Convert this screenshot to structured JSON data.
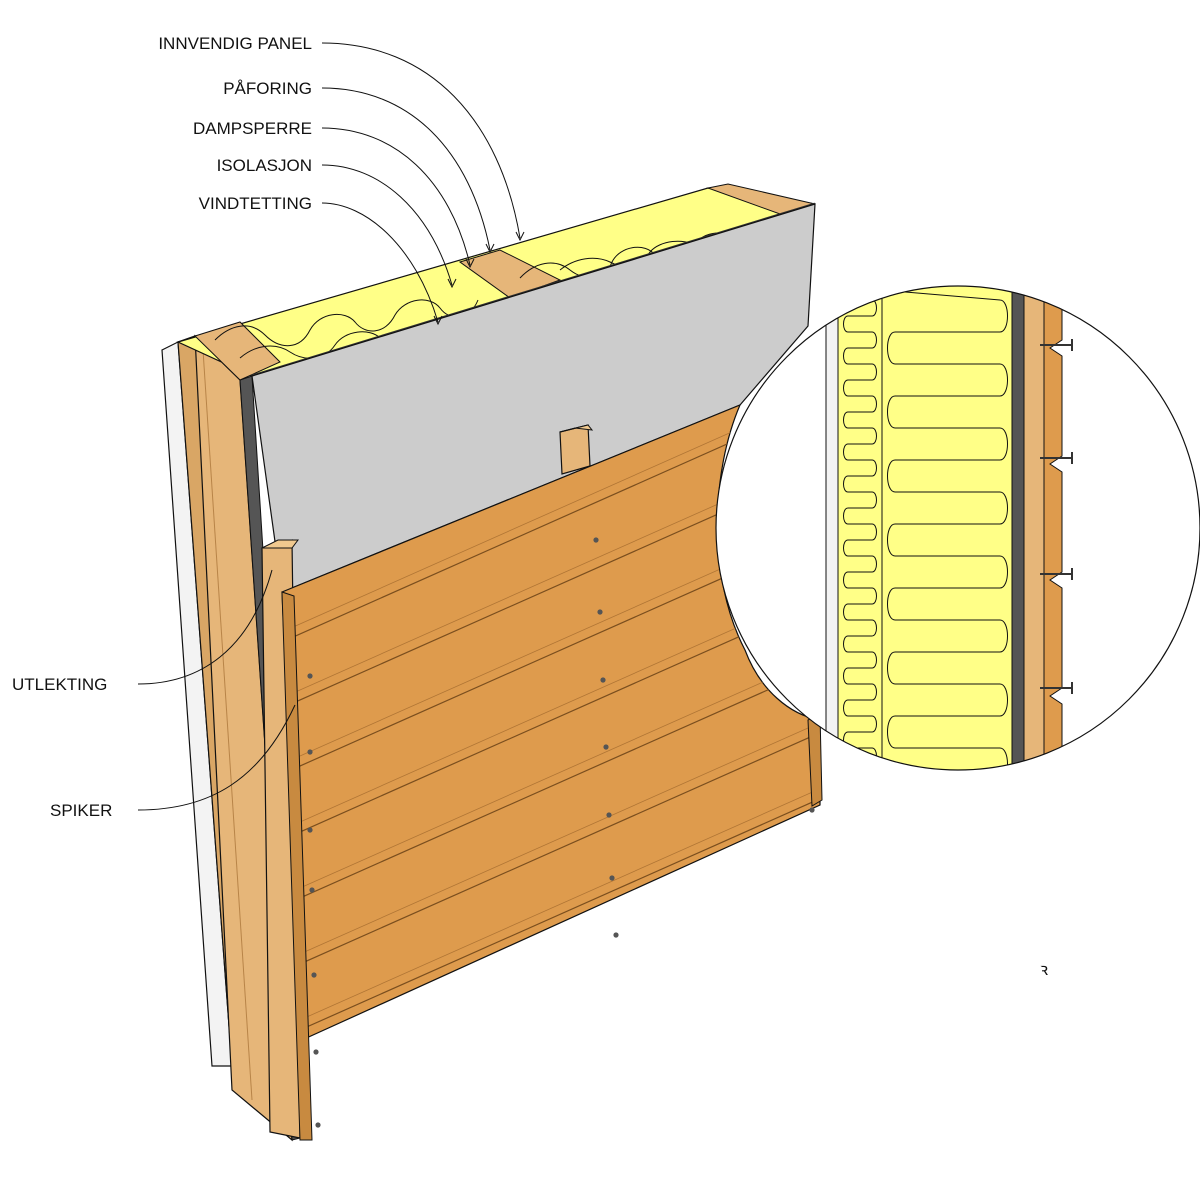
{
  "labels": {
    "innvendig_panel": "INNVENDIG PANEL",
    "paforing": "PÅFORING",
    "dampsperre": "DAMPSPERRE",
    "isolasjon": "ISOLASJON",
    "vindtetting": "VINDTETTING",
    "utlekting": "UTLEKTING",
    "spiker": "SPIKER"
  },
  "stray_mark": "ꝛ",
  "colors": {
    "panel_wood": "#DE9B4D",
    "light_wood": "#E6B679",
    "insulation": "#FFFF87",
    "wind_barrier": "#CCCCCC",
    "vapour_barrier": "#555555",
    "interior_board": "#EDEDED",
    "outline": "#111111"
  }
}
